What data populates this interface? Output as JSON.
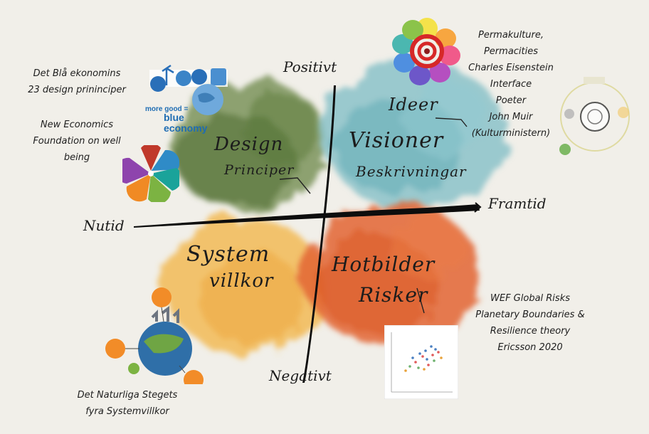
{
  "axes": {
    "top": "Positivt",
    "bottom": "Negativt",
    "left": "Nutid",
    "right": "Framtid"
  },
  "quadrants": {
    "top_left": [
      "Design",
      "Principer"
    ],
    "top_right": [
      "Ideer",
      "Visioner",
      "Beskrivningar"
    ],
    "bottom_left": [
      "System",
      "villkor"
    ],
    "bottom_right": [
      "Hotbilder",
      "Risker"
    ]
  },
  "notes": {
    "blue_economy": [
      "Det Blå ekonomins",
      "23 design prininciper"
    ],
    "nef": [
      "New Economics",
      "Foundation on well",
      "being"
    ],
    "visions": [
      "Permakulture,",
      "Permacities",
      "Charles Eisenstein",
      "Interface",
      "Poeter",
      "John Muir",
      "(Kulturministern)"
    ],
    "risks": [
      "WEF Global Risks",
      "Planetary Boundaries &",
      "Resilience theory",
      "Ericsson 2020"
    ],
    "natural_step": [
      "Det Naturliga Stegets",
      "fyra Systemvillkor"
    ]
  },
  "logo": {
    "blue_economy": [
      "more good =",
      "blue",
      "economy"
    ]
  },
  "colors": {
    "green": "#5d7a3f",
    "teal": "#6fb5bf",
    "yellow": "#f0b54a",
    "orange": "#e1652f",
    "ink": "#111111",
    "logo_blue": "#1f6db3"
  }
}
